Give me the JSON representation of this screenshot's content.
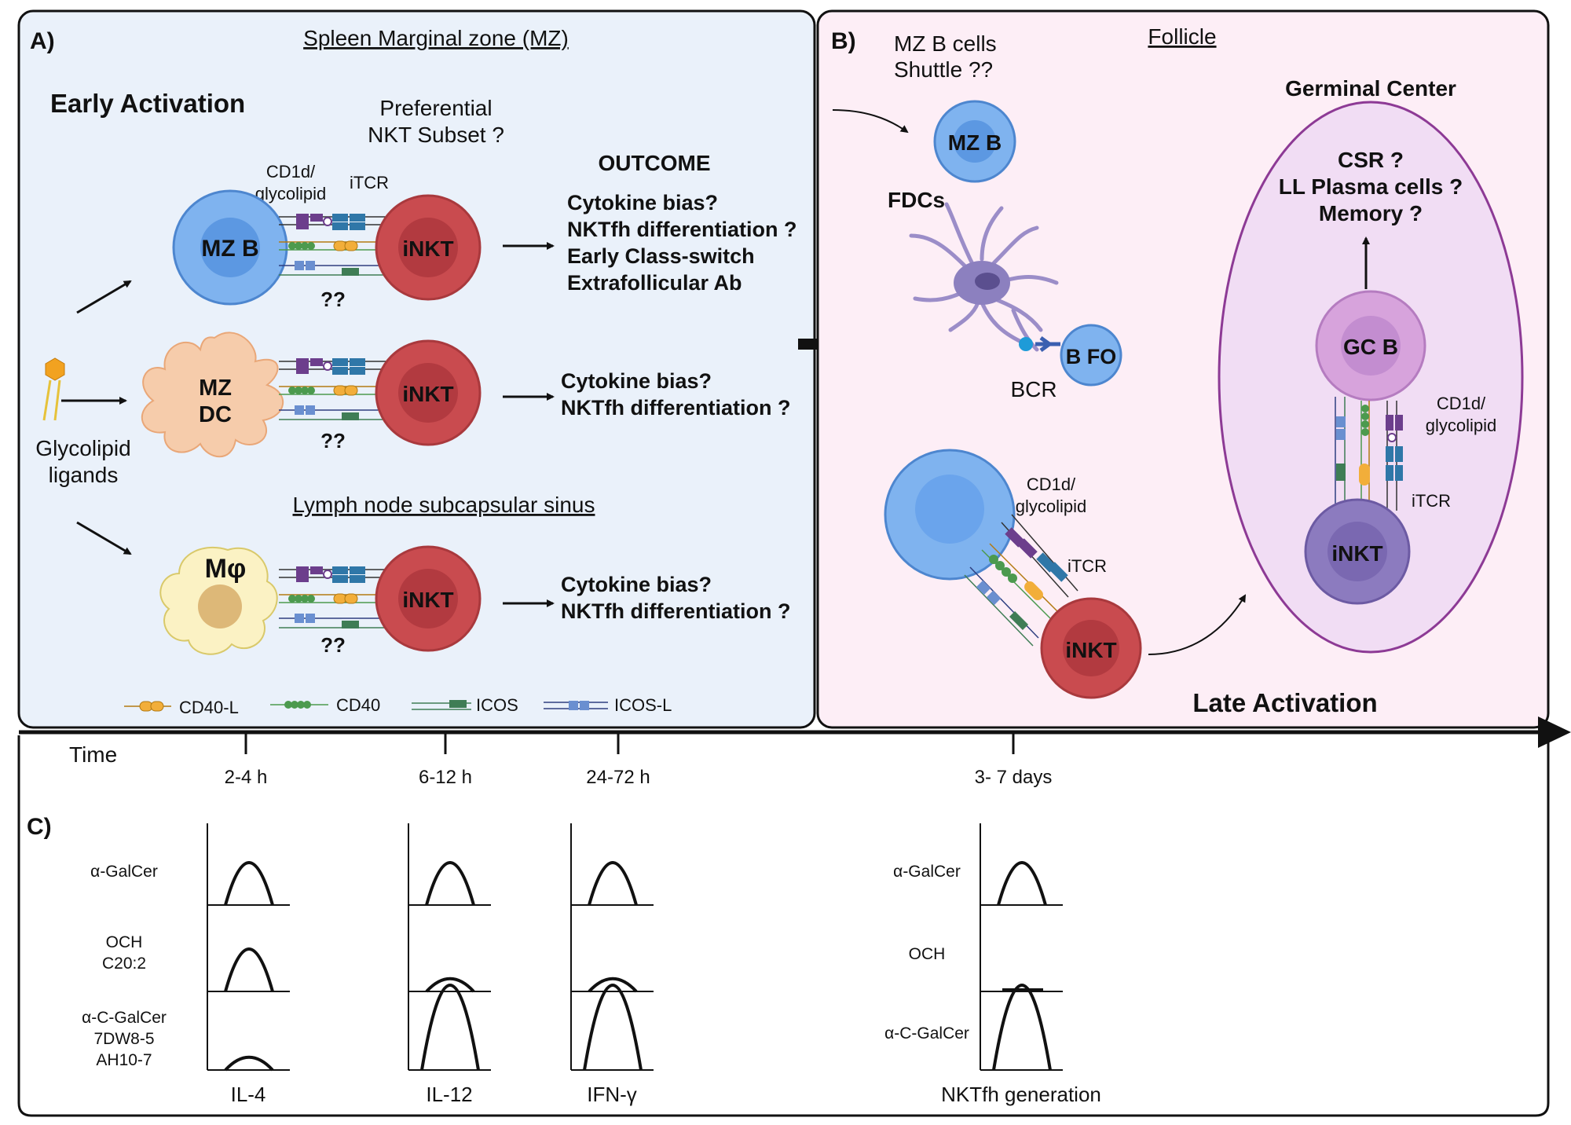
{
  "panel_a": {
    "letter": "A)",
    "title": "Spleen Marginal zone (MZ)",
    "early_activation": "Early Activation",
    "preferential": [
      "Preferential",
      "NKT Subset ?"
    ],
    "outcome_header": "OUTCOME",
    "cd1d_label": [
      "CD1d/",
      "glycolipid"
    ],
    "itcr_label": "iTCR",
    "glycolipid": [
      "Glycolipid",
      "ligands"
    ],
    "mzb_label": "MZ B",
    "mzdc_label": [
      "MZ",
      "DC"
    ],
    "mphi_label": "Mφ",
    "inkt_label": "iNKT",
    "qq": "??",
    "row1_outcomes": [
      "Cytokine bias?",
      "NKTfh differentiation ?",
      "Early Class-switch",
      "Extrafollicular Ab"
    ],
    "row2_outcomes": [
      "Cytokine bias?",
      "NKTfh differentiation ?"
    ],
    "row3_outcomes": [
      "Cytokine bias?",
      "NKTfh differentiation ?"
    ],
    "lymph_node": "Lymph node subcapsular sinus",
    "legend": {
      "cd40l": "CD40-L",
      "cd40": "CD40",
      "icos": "ICOS",
      "icosl": "ICOS-L"
    }
  },
  "panel_b": {
    "letter": "B)",
    "mz_shuttle": [
      "MZ B cells",
      "Shuttle ??"
    ],
    "follicle": "Follicle",
    "mzb_label": "MZ B",
    "fdcs": "FDCs",
    "bfo": "B FO",
    "bcr": "BCR",
    "germinal_center": "Germinal Center",
    "gc_outcomes": [
      "CSR ?",
      "LL Plasma cells ?",
      "Memory ?"
    ],
    "gcb_label": "GC B",
    "inkt_label": "iNKT",
    "cd1d_label": [
      "CD1d/",
      "glycolipid"
    ],
    "itcr_label": "iTCR",
    "late_activation": "Late Activation"
  },
  "timeline": {
    "label": "Time",
    "ticks": [
      "2-4 h",
      "6-12 h",
      "24-72 h",
      "3- 7 days"
    ]
  },
  "panel_c": {
    "letter": "C)",
    "left_rows": [
      "α-GalCer",
      [
        "OCH",
        "C20:2"
      ],
      [
        "α-C-GalCer",
        "7DW8-5",
        "AH10-7"
      ]
    ],
    "right_rows": [
      "α-GalCer",
      "OCH",
      "α-C-GalCer"
    ],
    "columns": [
      "IL-4",
      "IL-12",
      "IFN-γ",
      "NKTfh generation"
    ],
    "levels_relative": {
      "IL-4": [
        1,
        1,
        0.3
      ],
      "IL-12": [
        1,
        0.3,
        2
      ],
      "IFN-γ": [
        1,
        0.3,
        2
      ],
      "NKTfh generation": [
        1,
        0,
        2
      ]
    }
  },
  "colors": {
    "panel_a_bg": "#eaf1fa",
    "panel_b_bg": "#fdeef6",
    "mzb": "#7fb3ef",
    "inkt": "#c94b4f",
    "dc": "#f6ccab",
    "mphi": "#fbf2c4",
    "gc": "#f1ddf4",
    "gc_border": "#8d3a95",
    "cd40l": "#f2ae3a",
    "cd40": "#4c9a4e",
    "icos": "#3f7d55",
    "icosl": "#6a8fd0",
    "cd1d": "#6c3e8c",
    "itcr": "#2f77a8"
  }
}
